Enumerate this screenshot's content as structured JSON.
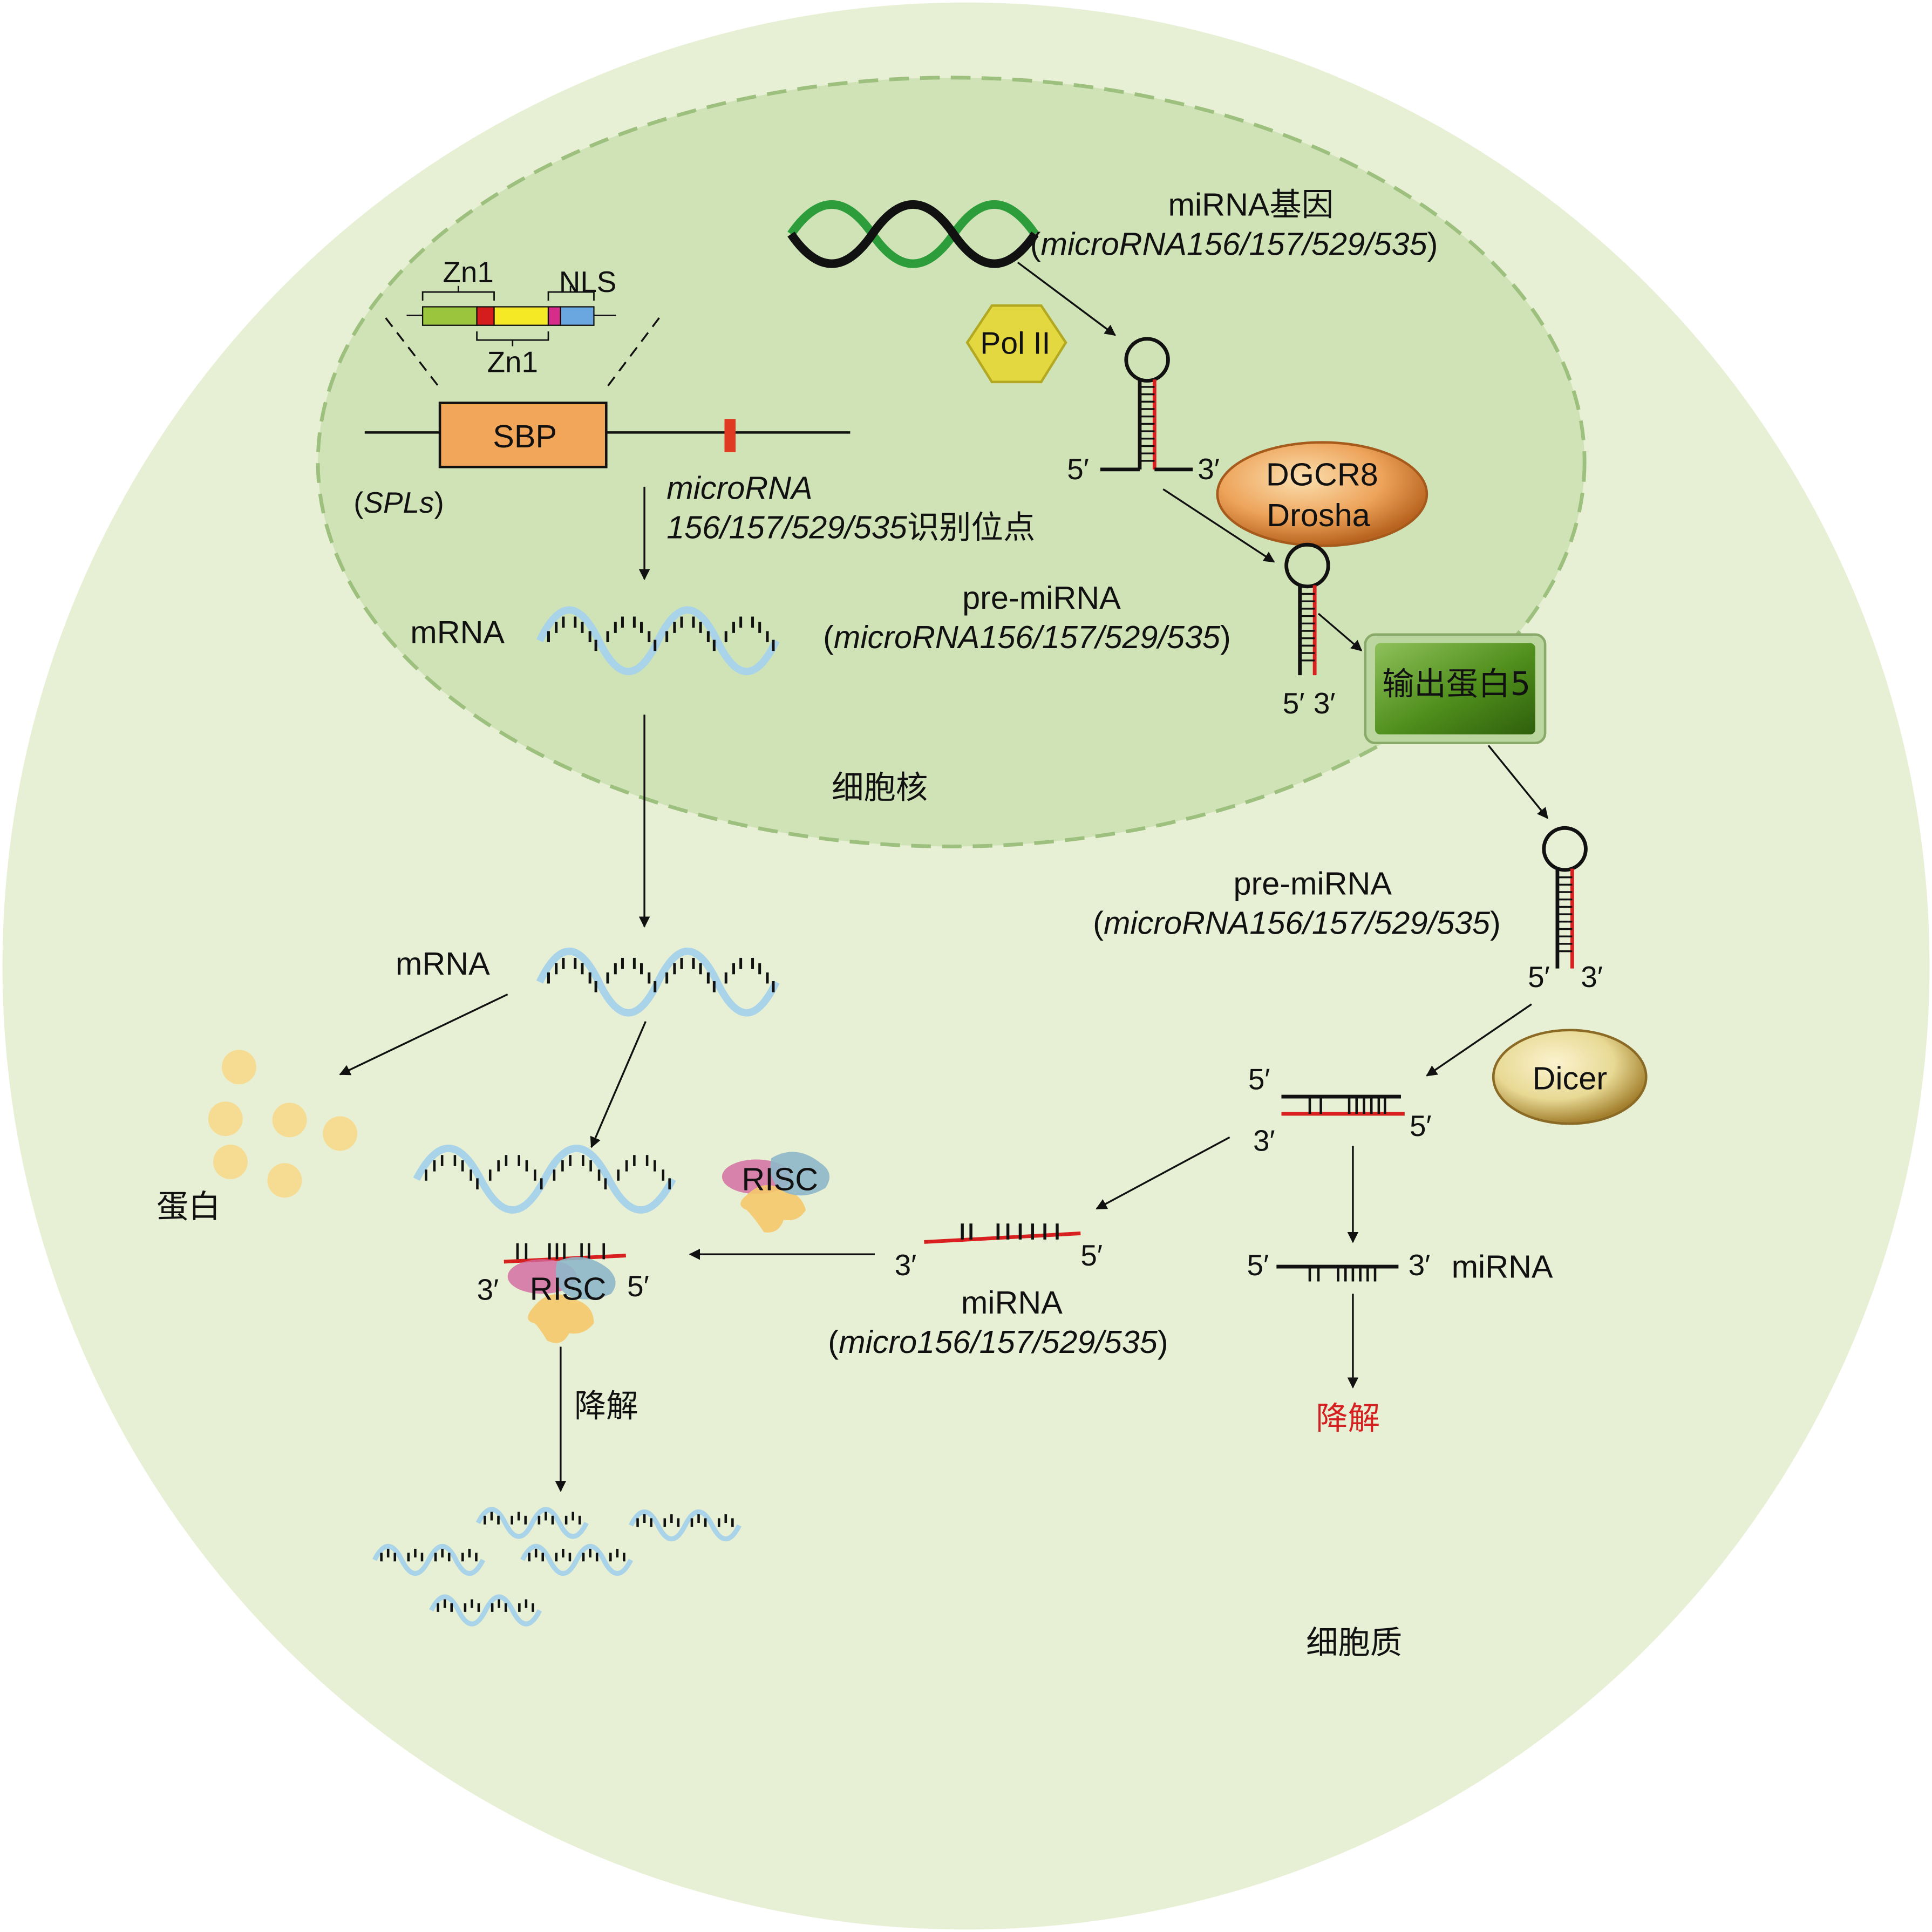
{
  "colors": {
    "cell": "#e7f0d4",
    "nucleus": "#cfe3b6",
    "nucleus_border": "#9dc07e",
    "mrna": "#a9d3e9",
    "mirna_strand": "#d92020",
    "gene_green": "#2d9c3a",
    "sbp_box": "#f2a65a",
    "pol2": "#e3d83f",
    "dgcr8": "#e89a4f",
    "dicer": "#e8dc9a",
    "exportin": "#4f8e1c",
    "protein_dot": "#f6dc92",
    "degrade_red": "#d42020"
  },
  "labels": {
    "zn1_top": "Zn1",
    "nls": "NLS",
    "zn1_bottom": "Zn1",
    "sbp": "SBP",
    "spls_open": "(",
    "spls": "SPLs",
    "spls_close": ")",
    "site_line1": "microRNA",
    "site_line2_italic": "156/157/529/535",
    "site_line2_cjk": "识别位点",
    "mrna_nucleus": "mRNA",
    "nucleus": "细胞核",
    "mirna_gene_label": "miRNA",
    "mirna_gene_cjk": "基因",
    "mirna_gene_sub_open": "(",
    "mirna_gene_sub": "microRNA156/157/529/535",
    "mirna_gene_sub_close": ")",
    "pol2": "Pol II",
    "dgcr8": "DGCR8",
    "drosha": "Drosha",
    "pre_mirna_1": "pre-miRNA",
    "pre_mirna_1_sub_open": "(",
    "pre_mirna_1_sub": "microRNA156/157/529/535",
    "pre_mirna_1_sub_close": ")",
    "exportin": "输出蛋白5",
    "pre_mirna_2": "pre-miRNA",
    "pre_mirna_2_sub_open": "(",
    "pre_mirna_2_sub": "microRNA156/157/529/535",
    "pre_mirna_2_sub_close": ")",
    "dicer": "Dicer",
    "mrna_cyto": "mRNA",
    "protein": "蛋白",
    "risc_free": "RISC",
    "risc_bound": "RISC",
    "mirna_duplex_label": "miRNA",
    "mirna_sub_open": "(",
    "mirna_sub": "micro156/157/529/535",
    "mirna_sub_close": ")",
    "mirna_star": "miRNA",
    "degrade_black": "降解",
    "degrade_red": "降解",
    "cytoplasm": "细胞质",
    "five_prime": "5′",
    "three_prime": "3′"
  }
}
